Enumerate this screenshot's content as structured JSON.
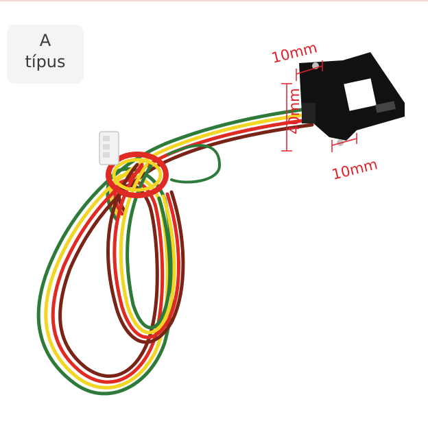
{
  "label": {
    "line1": "A",
    "line2": "típus"
  },
  "dimensions": {
    "top": "10mm",
    "height": "40mm",
    "bottom": "10mm"
  },
  "colors": {
    "dimension_text": "#e0212a",
    "wire": [
      "#2d7a3a",
      "#f1d624",
      "#e02a24",
      "#7a2418"
    ],
    "pcb": "#111111"
  }
}
